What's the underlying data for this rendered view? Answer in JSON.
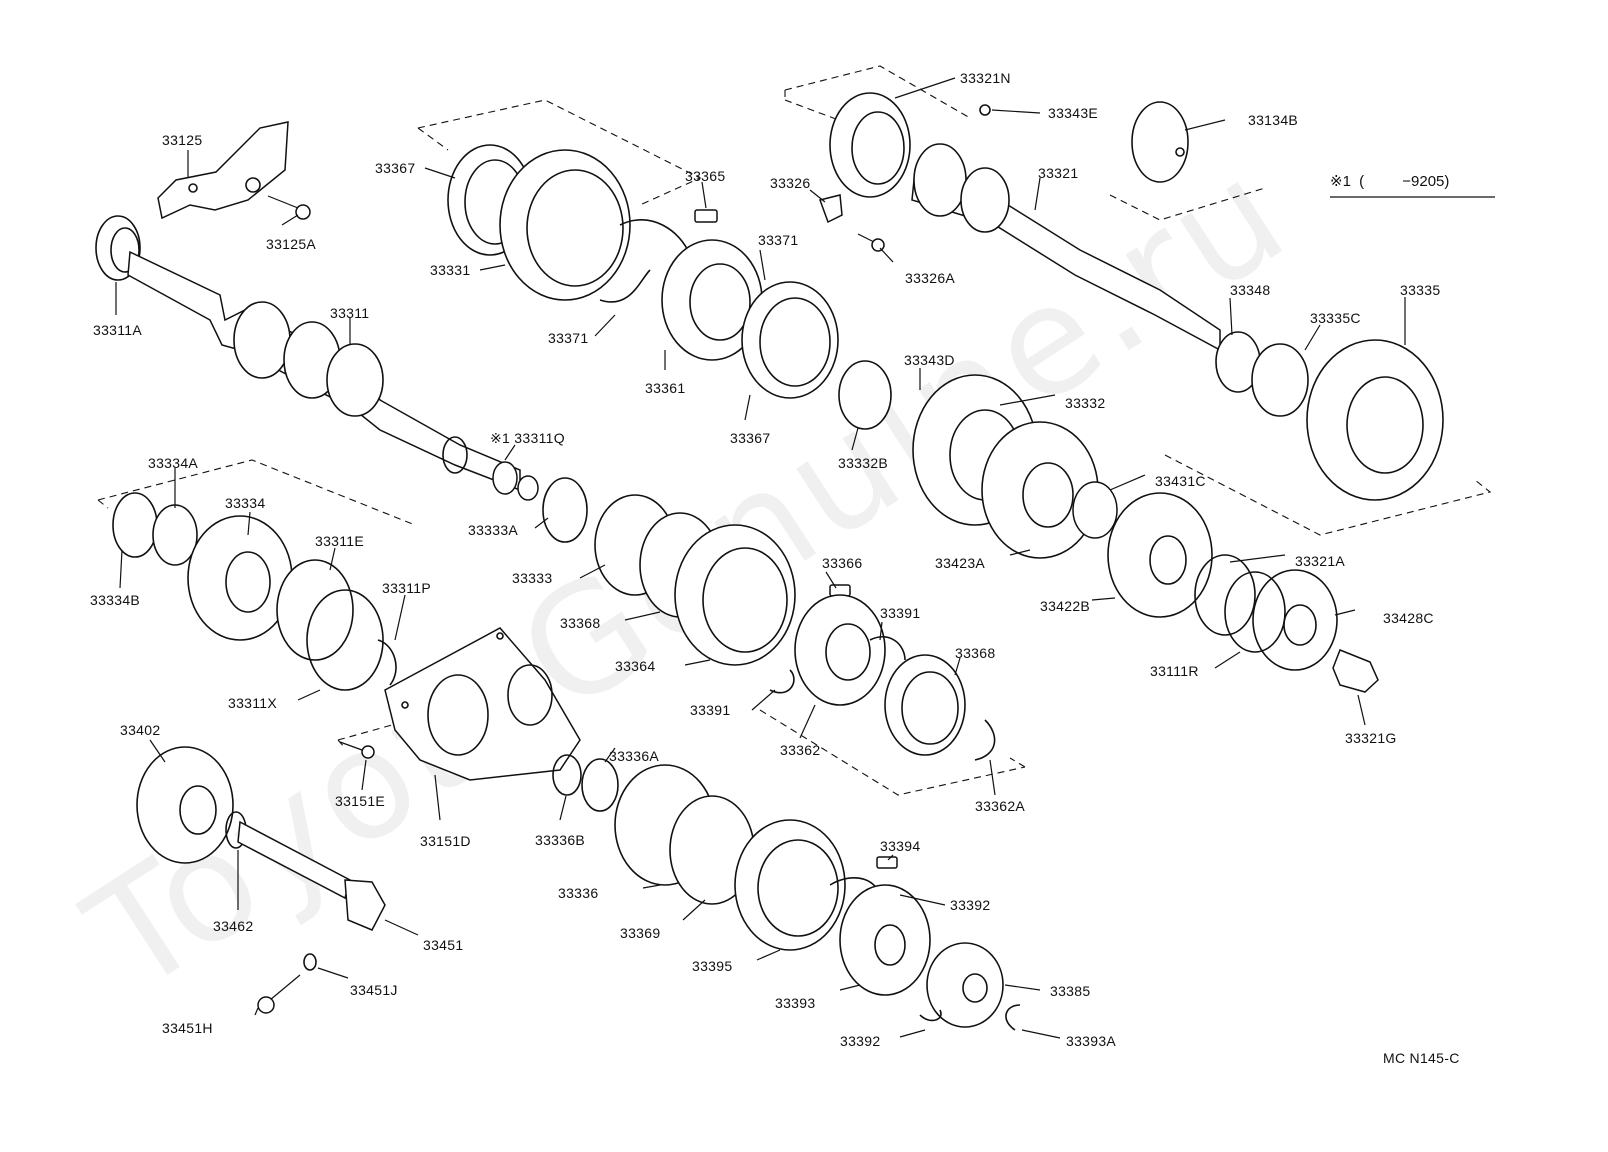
{
  "watermark": "ToyotaGenuine.ru",
  "note": {
    "mark": "※1",
    "paren_open": "(",
    "range": "−9205)"
  },
  "figure_code": "MC N145-C",
  "labels": {
    "p33125": "33125",
    "p33125A": "33125A",
    "p33311A": "33311A",
    "p33311": "33311",
    "p33311Q": "※1 33311Q",
    "p33367_top": "33367",
    "p33331": "33331",
    "p33365": "33365",
    "p33371_upper": "33371",
    "p33371_lower": "33371",
    "p33361": "33361",
    "p33367_mid": "33367",
    "p33326": "33326",
    "p33326A": "33326A",
    "p33321N": "33321N",
    "p33343E": "33343E",
    "p33134B": "33134B",
    "p33321": "33321",
    "p33348": "33348",
    "p33335C": "33335C",
    "p33335": "33335",
    "p33343D": "33343D",
    "p33332": "33332",
    "p33332B": "33332B",
    "p33431C": "33431C",
    "p33423A": "33423A",
    "p33321A": "33321A",
    "p33422B": "33422B",
    "p33428C": "33428C",
    "p33111R": "33111R",
    "p33321G": "33321G",
    "p33334A": "33334A",
    "p33334": "33334",
    "p33311E": "33311E",
    "p33311P": "33311P",
    "p33334B": "33334B",
    "p33311X": "33311X",
    "p33333A": "33333A",
    "p33333": "33333",
    "p33366": "33366",
    "p33368_a": "33368",
    "p33391_upper": "33391",
    "p33364": "33364",
    "p33368_b": "33368",
    "p33391_lower": "33391",
    "p33362": "33362",
    "p33362A": "33362A",
    "p33151E": "33151E",
    "p33336A": "33336A",
    "p33151D": "33151D",
    "p33336B": "33336B",
    "p33402": "33402",
    "p33462": "33462",
    "p33451": "33451",
    "p33451J": "33451J",
    "p33451H": "33451H",
    "p33336": "33336",
    "p33369": "33369",
    "p33394": "33394",
    "p33392_upper": "33392",
    "p33395": "33395",
    "p33393": "33393",
    "p33385": "33385",
    "p33392_lower": "33392",
    "p33393A": "33393A"
  }
}
